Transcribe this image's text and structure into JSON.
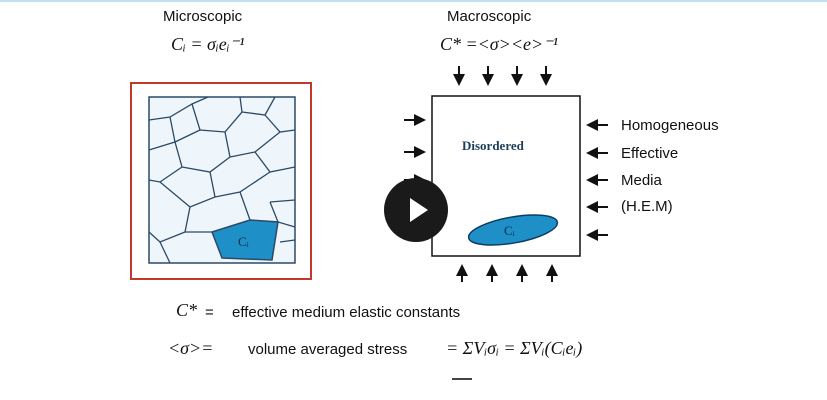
{
  "slide": {
    "micro_title": "Microscopic",
    "micro_formula": "Cᵢ = σᵢeᵢ⁻¹",
    "macro_title": "Macroscopic",
    "macro_formula": "C* =<σ><e>⁻¹",
    "grain_label": "Cᵢ",
    "inclusion_label": "Cᵢ",
    "box_label": "Disordered",
    "hem_lines": [
      "Homogeneous",
      "Effective",
      "Media",
      "(H.E.M)"
    ],
    "def1_symbol": "C*",
    "def1_eq": "=",
    "def1_text": "effective medium elastic constants",
    "def2_symbol": "<σ>=",
    "def2_text": "volume averaged stress",
    "def2_formula": "= ΣVᵢσᵢ = ΣVᵢ(Cᵢeᵢ)"
  },
  "colors": {
    "micro_frame": "#c0392b",
    "grain_edges": "#2c4a66",
    "grain_fill": "#1f8fc8",
    "inclusion_fill": "#1f8fc8",
    "play_button": "#1a1a1a"
  },
  "player": {
    "play_icon": "play-icon"
  }
}
